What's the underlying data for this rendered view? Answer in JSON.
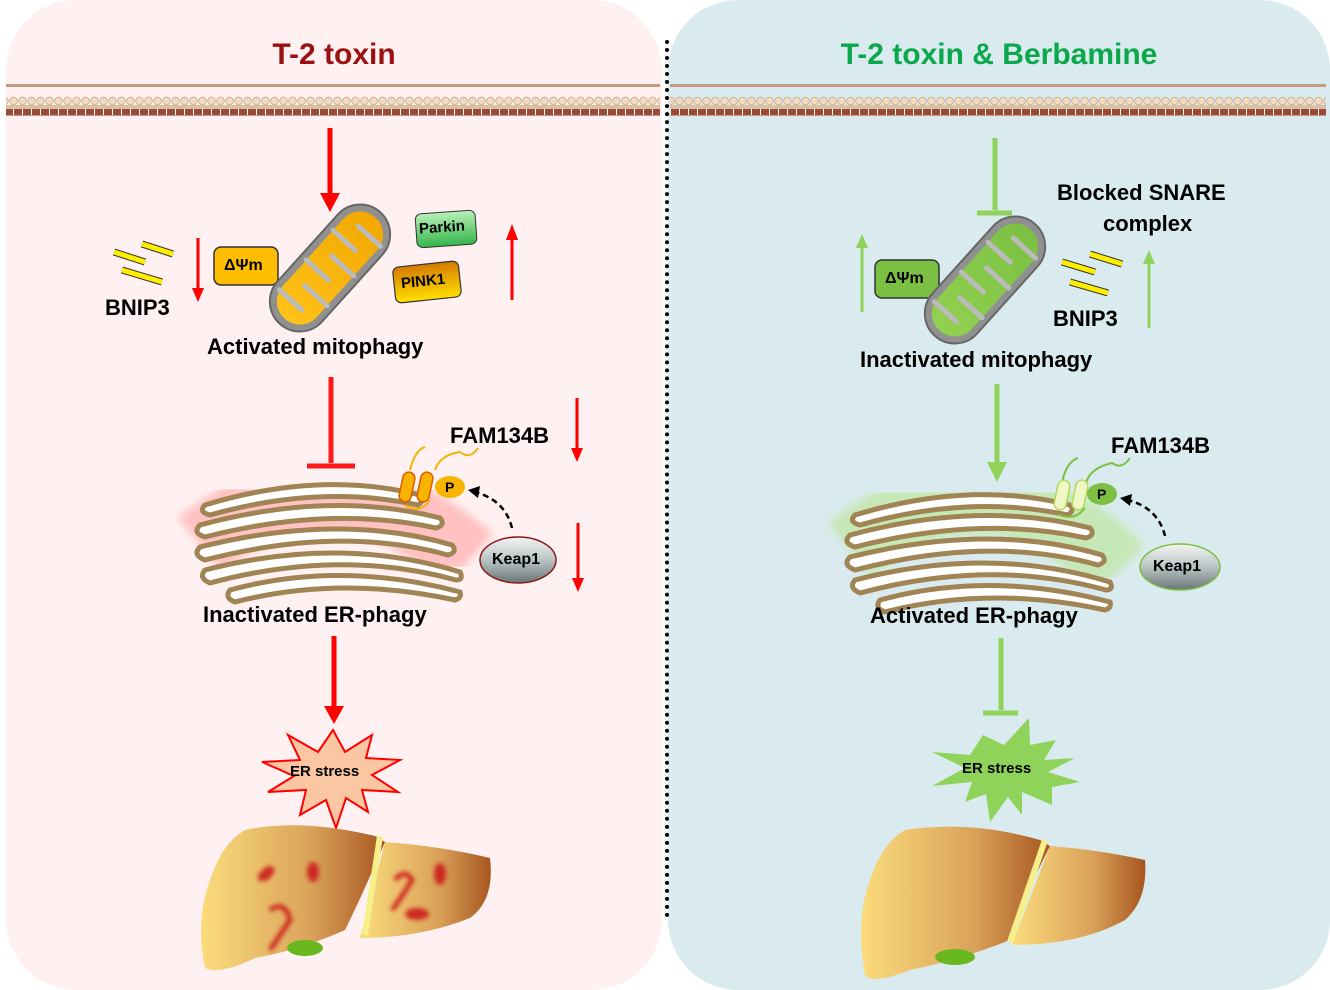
{
  "left": {
    "title": "T-2 toxin",
    "title_color": "#9b1111",
    "accent_color": "#ff1a1a",
    "bnip3": "BNIP3",
    "delta_psi": "ΔΨm",
    "parkin": "Parkin",
    "pink1": "PINK1",
    "mitophagy_label": "Activated mitophagy",
    "fam134b": "FAM134B",
    "p_label": "P",
    "keap1": "Keap1",
    "erphagy_label": "Inactivated ER-phagy",
    "er_stress": "ER stress"
  },
  "right": {
    "title": "T-2 toxin & Berbamine",
    "title_color": "#0aa84a",
    "accent_color": "#8fd35a",
    "snare_line1": "Blocked SNARE",
    "snare_line2": "complex",
    "delta_psi": "ΔΨm",
    "bnip3": "BNIP3",
    "mitophagy_label": "Inactivated mitophagy",
    "fam134b": "FAM134B",
    "p_label": "P",
    "keap1": "Keap1",
    "erphagy_label": "Activated ER-phagy",
    "er_stress": "ER stress"
  }
}
